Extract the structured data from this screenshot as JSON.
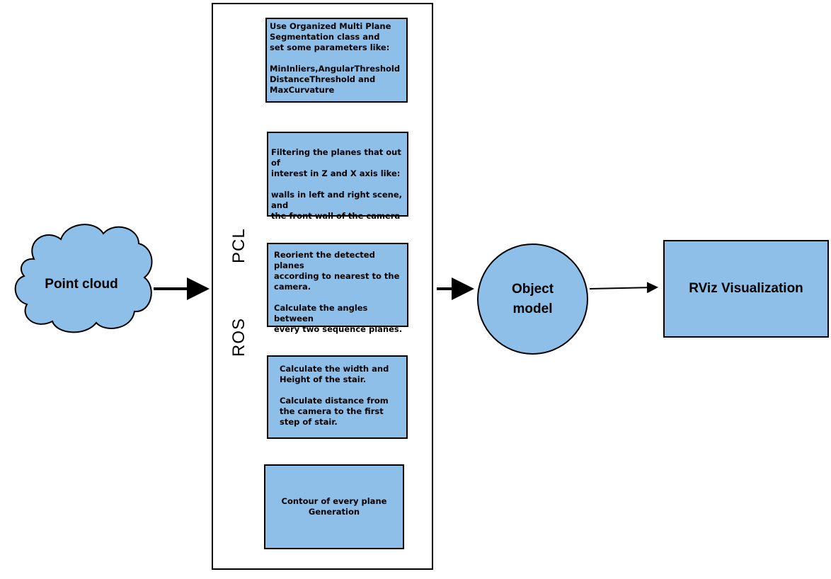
{
  "nodes": {
    "point_cloud": "Point cloud",
    "frame_label": "ROS   PCL",
    "step1": "Use Organized Multi Plane\nSegmentation class and\nset some parameters like:\n\nMinInliers,AngularThreshold\nDistanceThreshold and\nMaxCurvature",
    "step2": "Filtering the planes that out of\ninterest in Z and X axis like:\n\nwalls in left and right scene, and\nthe front wall of the camera",
    "step3": "Reorient the detected planes\naccording to nearest to the\ncamera.\n\nCalculate the angles between\nevery two sequence planes.",
    "step4": "Calculate the width and\nHeight of the stair.\n\nCalculate  distance from\nthe camera to the first\nstep of stair.",
    "step5": "Contour of every plane\nGeneration",
    "object_model": "Object model",
    "rviz": "RViz Visualization"
  },
  "colors": {
    "fill": "#8ebfe8",
    "stroke": "#000000"
  }
}
